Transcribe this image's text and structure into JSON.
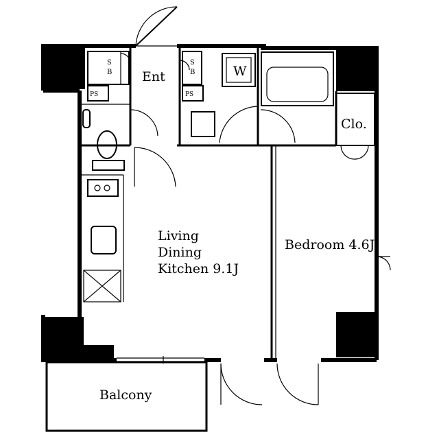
{
  "rooms": {
    "ldk_line1": "Living",
    "ldk_line2": "Dining",
    "ldk_line3": "Kitchen 9.1J",
    "bedroom": "Bedroom 4.6J",
    "balcony": "Balcony",
    "entrance": "Ent",
    "closet": "Clo.",
    "washer": "W"
  },
  "labels": {
    "sb": "S B",
    "sb_top": "S",
    "sb_bottom": "B",
    "ps": "PS"
  }
}
